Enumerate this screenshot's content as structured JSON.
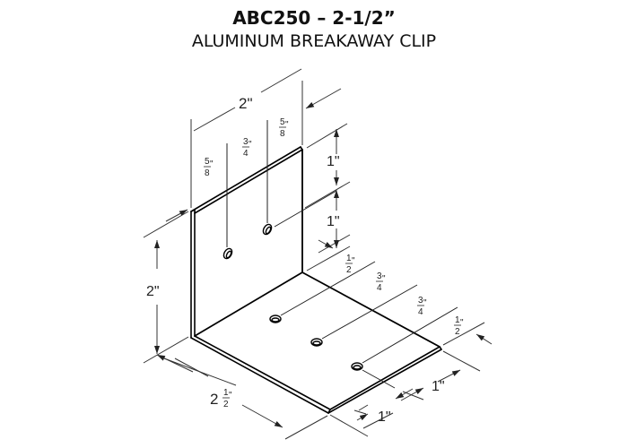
{
  "title": {
    "main": "ABC250 – 2-1/2”",
    "sub": "ALUMINUM BREAKAWAY CLIP"
  },
  "drawing": {
    "view": "isometric",
    "line_color": "#000000",
    "dimension_color": "#333333",
    "dimensions": {
      "vertical_plate_width": "2\"",
      "vertical_plate_height": "2\"",
      "base_length": "2 1/2\"",
      "left_hole_offset": "5/8\"",
      "hole_spacing_horizontal": "3/4\"",
      "right_hole_offset": "5/8\"",
      "upper_hole_from_top": "1\"",
      "lower_hole_spacing": "1\"",
      "base_first_hole_offset": "1/2\"",
      "base_hole_spacing_1": "3/4\"",
      "base_hole_spacing_2": "3/4\"",
      "base_end_offset": "1/2\"",
      "base_hole_row_offset_1": "1\"",
      "base_hole_row_offset_2": "1\""
    },
    "labels": {
      "top_width": "2\"",
      "left_58_num": "5",
      "left_58_den": "8",
      "mid_34_num": "3",
      "mid_34_den": "4",
      "right_58_num": "5",
      "right_58_den": "8",
      "right_1a": "1\"",
      "right_1b": "1\"",
      "left_2": "2\"",
      "base_12a_num": "1",
      "base_12a_den": "2",
      "base_34a_num": "3",
      "base_34a_den": "4",
      "base_34b_num": "3",
      "base_34b_den": "4",
      "base_12b_num": "1",
      "base_12b_den": "2",
      "bottom_2_whole": "2",
      "bottom_2_num": "1",
      "bottom_2_den": "2",
      "bottom_1a": "1\"",
      "bottom_1b": "1\"",
      "inch_mark": "\""
    },
    "holes": {
      "vertical_plate": 2,
      "base_plate": 3
    }
  }
}
